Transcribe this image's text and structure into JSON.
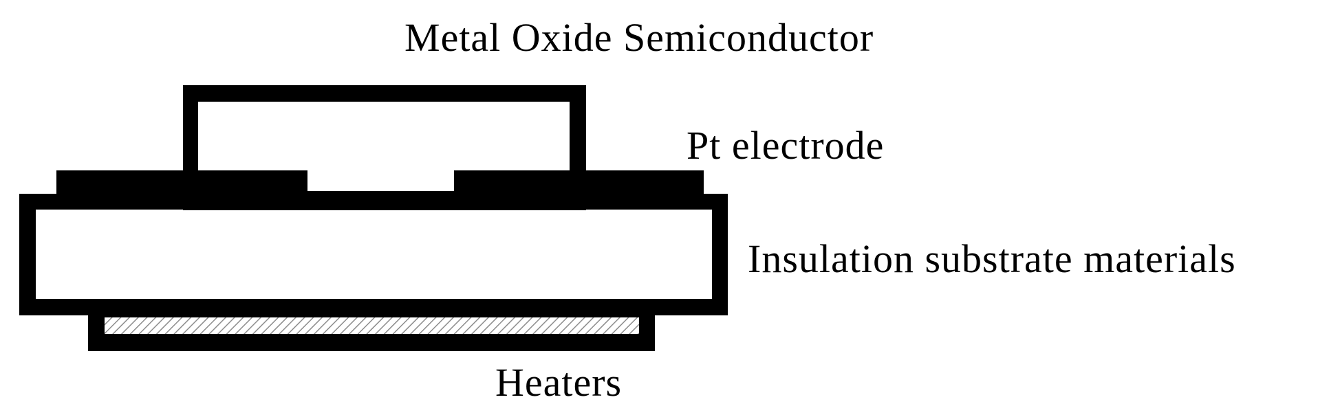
{
  "diagram": {
    "labels": {
      "metal_oxide": "Metal Oxide Semiconductor",
      "pt_electrode": "Pt electrode",
      "insulation": "Insulation substrate materials",
      "heaters": "Heaters"
    },
    "colors": {
      "outline": "#000000",
      "fill": "#ffffff",
      "hatch": "#8c8c8c"
    }
  }
}
